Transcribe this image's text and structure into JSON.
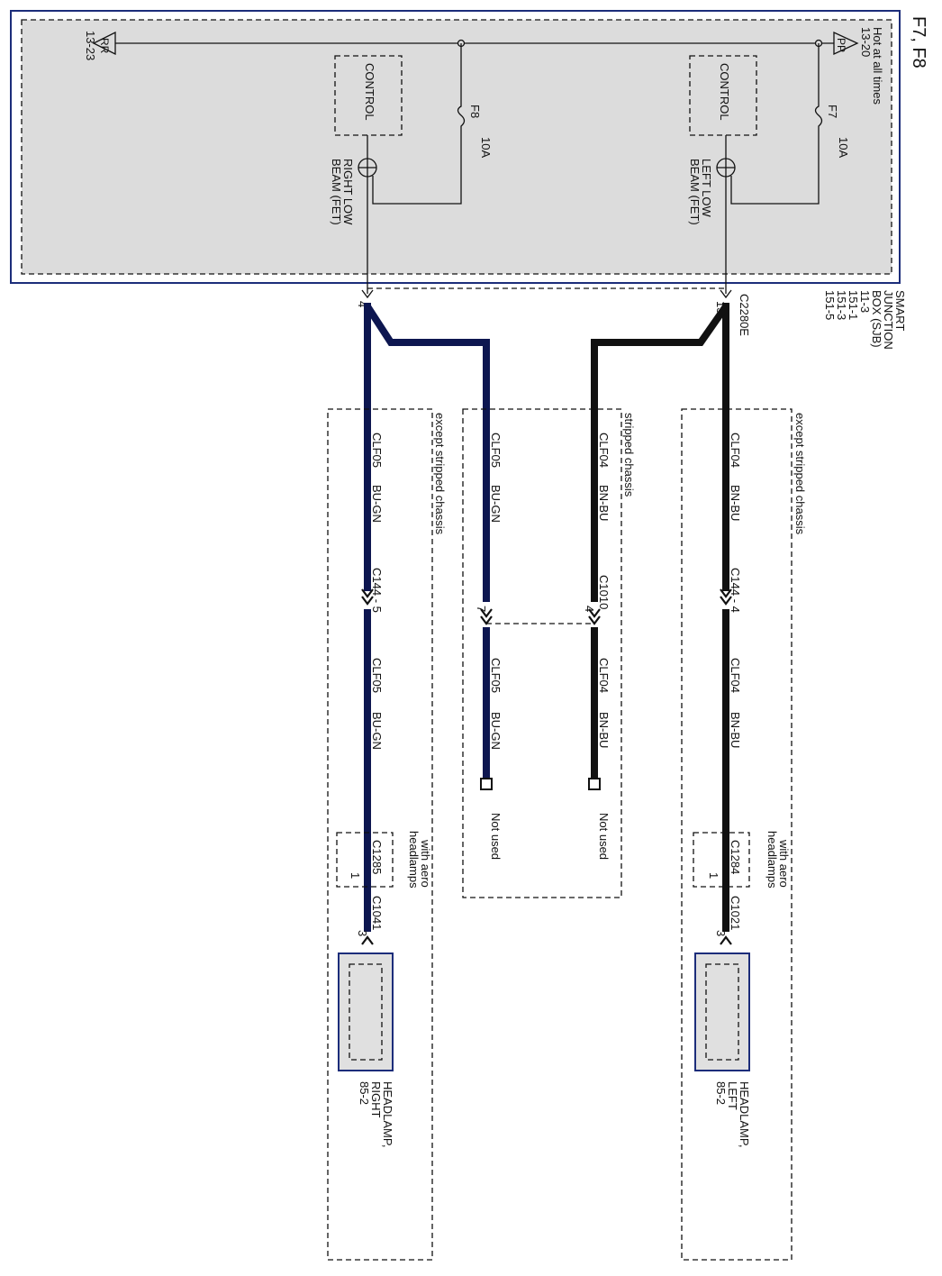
{
  "page_title": "F7, F8",
  "colors": {
    "sjb_fill": "#dcdcdc",
    "sjb_border": "#1c2d7a",
    "wire_blue": "#0d1650",
    "wire_black": "#111111",
    "headlamp_fill": "#e0e0e0"
  },
  "sjb": {
    "hot_label": "Hot at all times",
    "pp_ref": "13-20",
    "pp_tag": "PP",
    "rr_ref": "13-23",
    "rr_tag": "RR",
    "name_line1": "SMART",
    "name_line2": "JUNCTION",
    "name_line3": "BOX (SJB)",
    "ref1": "11-3",
    "ref2": "151-1",
    "ref3": "151-3",
    "ref4": "151-5",
    "left_control": "CONTROL",
    "right_control": "CONTROL",
    "f7_name": "F7",
    "f7_rating": "10A",
    "f8_name": "F8",
    "f8_rating": "10A",
    "left_fet_line1": "LEFT LOW",
    "left_fet_line2": "BEAM (FET)",
    "right_fet_line1": "RIGHT LOW",
    "right_fet_line2": "BEAM (FET)"
  },
  "connector_c2280e": {
    "name": "C2280E",
    "pin_left": "13",
    "pin_right": "4"
  },
  "circuits": {
    "clf04": {
      "code": "CLF04",
      "color": "BN-BU"
    },
    "clf05": {
      "code": "CLF05",
      "color": "BU-GN"
    }
  },
  "groups": {
    "except_left": "except stripped chassis",
    "stripped": "stripped chassis",
    "except_right": "except stripped chassis"
  },
  "inline": {
    "c144_left": "C144 - 4",
    "c144_right": "C144 - 5",
    "c1010": "C1010",
    "c1010_pin_left": "4",
    "c1010_pin_right": "7"
  },
  "not_used": "Not used",
  "aero": {
    "label_line1": "with aero",
    "label_line2": "headlamps",
    "left_conn": "C1284",
    "left_pin": "1",
    "right_conn": "C1285",
    "right_pin": "1"
  },
  "lamp_conns": {
    "left_conn": "C1021",
    "left_pin": "3",
    "right_conn": "C1041",
    "right_pin": "3"
  },
  "headlamps": {
    "left_line1": "HEADLAMP,",
    "left_line2": "LEFT",
    "left_ref": "85-2",
    "right_line1": "HEADLAMP,",
    "right_line2": "RIGHT",
    "right_ref": "85-2"
  }
}
